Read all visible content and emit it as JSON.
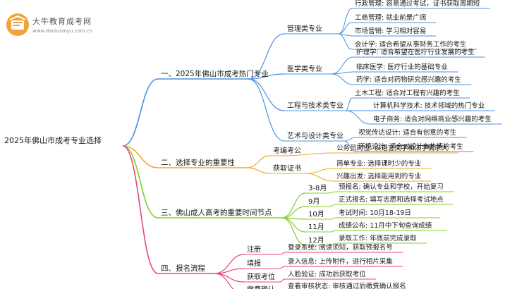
{
  "logo": {
    "name": "大牛教育成考网",
    "url": "www.daniuiaoyu.com.cn"
  },
  "root": "2025年佛山市成考专业选择",
  "colors": {
    "section1": "#4a90e2",
    "section2": "#f5a623",
    "section3": "#7ed321",
    "section4": "#e8447a"
  },
  "sections": [
    {
      "label": "一、2025年佛山市成考热门专业",
      "groups": [
        {
          "label": "管理类专业",
          "items": [
            "行政管理: 容易通过考试，证书获取周期短",
            "工商管理: 就业前景广阔",
            "市场营销: 学习相对容易",
            "会计学: 适合希望从事财务工作的考生"
          ]
        },
        {
          "label": "医学类专业",
          "items": [
            "护理学: 适合希望在医疗行业发展的考生",
            "临床医学: 医疗行业的基础专业",
            "药学: 适合对药物研究感兴趣的考生"
          ]
        },
        {
          "label": "工程与技术类专业",
          "items": [
            "土木工程: 适合对工程有兴趣的考生",
            "计算机科学技术: 技术领域的热门专业",
            "电子商务: 适合对网络商业感兴趣的考生"
          ]
        },
        {
          "label": "艺术与设计类专业",
          "items": [
            "视觉传达设计: 适合有创意的考生",
            "环境设计: 适合对设计有热情的考生"
          ]
        }
      ]
    },
    {
      "label": "二、选择专业的重要性",
      "groups": [
        {
          "label": "考编考公",
          "items": [
            "公务员岗位: 汉语言文学和法学需求大"
          ]
        },
        {
          "label": "获取证书",
          "items": [
            "简单专业: 选择课时少的专业",
            "兴趣出发: 选择能用到的专业"
          ]
        }
      ]
    },
    {
      "label": "三、佛山成人高考的重要时间节点",
      "groups": [
        {
          "label": "3-8月",
          "items": [
            "预报名: 确认专业和学校，开始复习"
          ]
        },
        {
          "label": "9月",
          "items": [
            "正式报名: 填写志愿和选择考试地点"
          ]
        },
        {
          "label": "10月",
          "items": [
            "考试时间: 10月18-19日"
          ]
        },
        {
          "label": "11月",
          "items": [
            "成绩公布: 11月中下旬查询成绩"
          ]
        },
        {
          "label": "12月",
          "items": [
            "录取工作: 年底前完成录取"
          ]
        }
      ]
    },
    {
      "label": "四、报名流程",
      "groups": [
        {
          "label": "注册",
          "items": [
            "登录系统: 阅读须知，获取预报名号"
          ]
        },
        {
          "label": "填报",
          "items": [
            "录入信息: 上传附件，进行相片采集"
          ]
        },
        {
          "label": "获取考位",
          "items": [
            "人脸验证: 成功后获取考位"
          ]
        },
        {
          "label": "缴费确认",
          "items": [
            "查看审核状态: 审核通过后缴费确认报名"
          ]
        }
      ]
    }
  ]
}
